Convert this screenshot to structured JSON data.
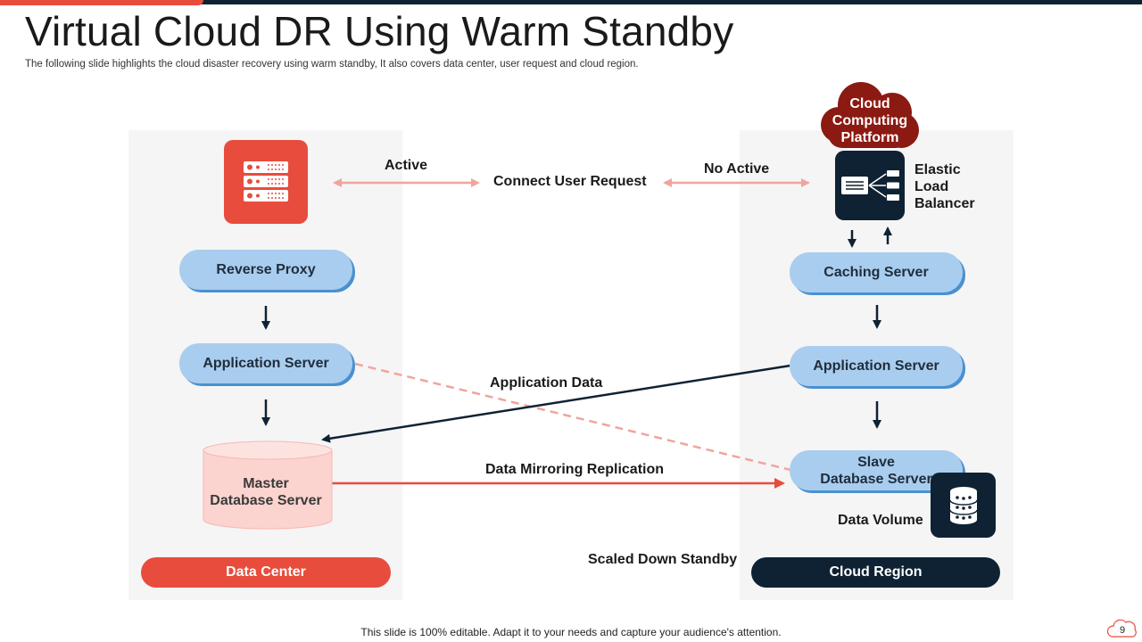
{
  "title": "Virtual Cloud DR Using Warm Standby",
  "subtitle": "The following slide highlights the cloud disaster recovery using warm standby, It also covers data center, user request and cloud region.",
  "left": {
    "reverse_proxy": "Reverse Proxy",
    "application_server": "Application  Server",
    "master_db_line1": "Master",
    "master_db_line2": "Database Server",
    "footer": "Data Center"
  },
  "right": {
    "cloud_line1": "Cloud",
    "cloud_line2": "Computing",
    "cloud_line3": "Platform",
    "elb_line1": "Elastic",
    "elb_line2": "Load",
    "elb_line3": "Balancer",
    "caching_server": "Caching Server",
    "application_server": "Application  Server",
    "slave_db_line1": "Slave",
    "slave_db_line2": "Database Server",
    "data_volume": "Data Volume",
    "footer": "Cloud Region"
  },
  "middle": {
    "active": "Active",
    "connect_user_request": "Connect User Request",
    "no_active": "No Active",
    "application_data": "Application Data",
    "data_mirroring": "Data Mirroring Replication",
    "scaled_down_standby": "Scaled Down Standby"
  },
  "icons": {
    "server_rack": "server-rack-icon",
    "load_balancer": "load-balancer-icon",
    "database": "database-icon",
    "cloud": "cloud-icon"
  },
  "colors": {
    "accent_red": "#e84c3d",
    "navy": "#0e2233",
    "pill_blue": "#a9cdee",
    "pill_shadow": "#4a90d0",
    "cloud_red": "#8b1a12",
    "arrow_pink": "#f0a59c",
    "db_pink": "#fbd3cf"
  },
  "footer": {
    "note": "This slide is 100% editable. Adapt it to your needs and capture your audience's attention.",
    "page_number": "9"
  }
}
